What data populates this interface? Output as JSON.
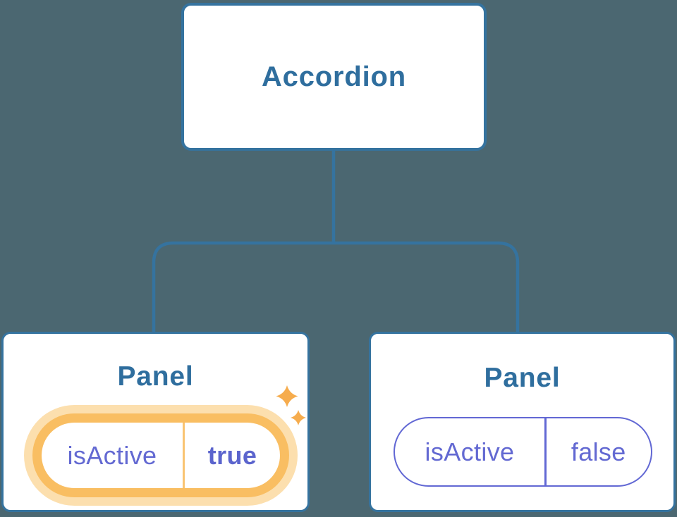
{
  "diagram": {
    "root": {
      "label": "Accordion"
    },
    "panels": [
      {
        "title": "Panel",
        "prop": {
          "name": "isActive",
          "value": "true"
        },
        "state": "active",
        "highlighted": true
      },
      {
        "title": "Panel",
        "prop": {
          "name": "isActive",
          "value": "false"
        },
        "state": "inactive",
        "highlighted": false
      }
    ]
  },
  "icons": {
    "sparkle_large": "four-point-star",
    "sparkle_small": "four-point-star"
  },
  "colors": {
    "background": "#4b6771",
    "node_fill": "#ffffff",
    "node_border": "#35739f",
    "node_title": "#2f6e9e",
    "connector": "#35739f",
    "prop_text": "#6369d2",
    "prop_value_active": "#5b64cd",
    "pill_border": "#6268d4",
    "pill_divider": "#6268d4",
    "highlight_ring": "#f9be62",
    "highlight_halo": "#fcdfae",
    "highlight_divider": "#f9c472",
    "sparkle": "#f6ac4d"
  }
}
